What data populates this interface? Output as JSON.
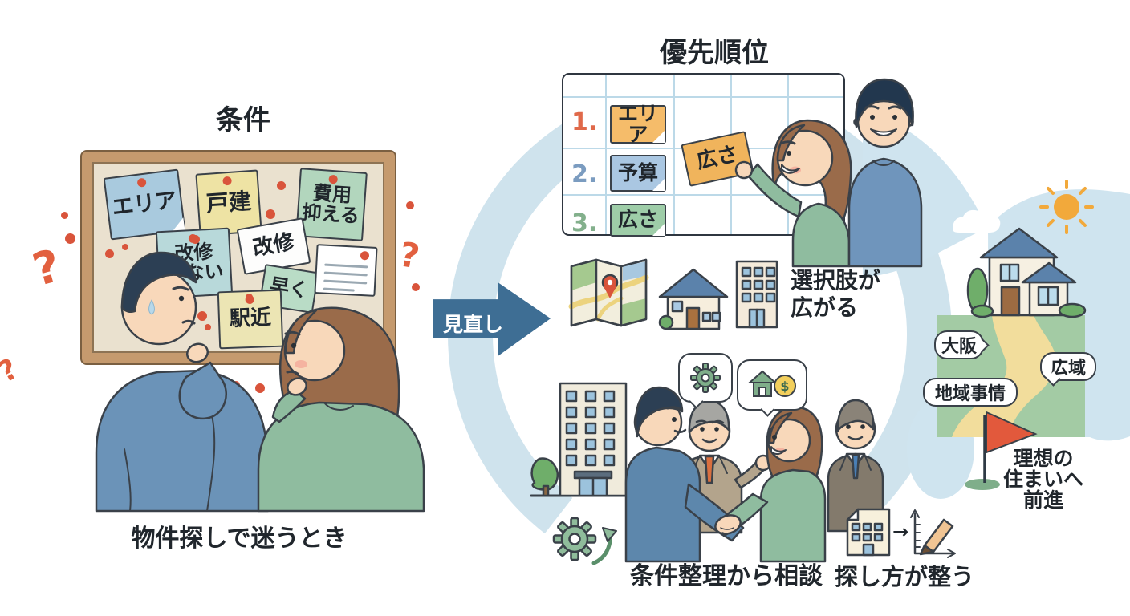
{
  "left": {
    "title": "条件",
    "caption": "物件探しで迷うとき",
    "question_mark": "?",
    "notes": [
      {
        "label": "エリア"
      },
      {
        "label": "戸建"
      },
      {
        "label": "費用\n抑える"
      },
      {
        "label": "改修"
      },
      {
        "label": "改修\n少ない"
      },
      {
        "label": "早く"
      },
      {
        "label": "駅近"
      }
    ]
  },
  "arrow": {
    "label": "見直し"
  },
  "priority": {
    "title": "優先順位",
    "rows": [
      {
        "rank": "1.",
        "label": "エリア"
      },
      {
        "rank": "2.",
        "label": "予算"
      },
      {
        "rank": "3.",
        "label": "広さ"
      }
    ],
    "held_card": "広さ"
  },
  "options": {
    "caption": "選択肢が\n広がる"
  },
  "consult": {
    "caption": "条件整理から相談",
    "coin_symbol": "$"
  },
  "method": {
    "caption": "探し方が整う",
    "arrow_symbol": "→"
  },
  "goal": {
    "bubble_osaka": "大阪",
    "bubble_local": "地域事情",
    "bubble_wide": "広域",
    "caption": "理想の\n住まいへ\n前進"
  },
  "palette": {
    "outline": "#3a4149",
    "ring": "#cfe3ed",
    "sky": "#cfe4ef",
    "arrow_blue": "#3e6e94",
    "accent_red": "#d9543b",
    "question_orange": "#e2603f",
    "field_green": "#a3cba4",
    "path_yellow": "#f2dd9c",
    "sun_orange": "#f2a93b",
    "flag_red": "#e2593c",
    "board_frame": "#c59a6e",
    "board_surface": "#eae1cf"
  }
}
